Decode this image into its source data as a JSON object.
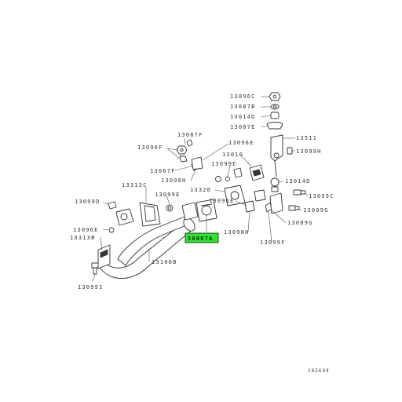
{
  "labels": {
    "p13096C": "13096C",
    "p13087B": "13087B",
    "p13014D_top": "13014D",
    "p13087E": "13087E",
    "p13511": "13511",
    "p13099H_right": "13099H",
    "p13087F": "13087F",
    "p13096F": "13096F",
    "p13096E_mid": "13096E",
    "p13010": "13010",
    "p13087F_lower": "13087F",
    "p13098H_left": "13098H",
    "p13099E_mid": "13099E",
    "p13313C": "13313C",
    "p13099E_left": "13099E",
    "p13320": "13320",
    "p13014D_right": "13014D",
    "p13099C": "13099C",
    "p13099D": "13099D",
    "p13099G": "13099G",
    "p13096E_lower": "13096E",
    "p13089G": "13089G",
    "p13098H_lower": "13098H",
    "p13096E_left": "13096E",
    "p13313B": "13313B",
    "p50007A": "50007A",
    "p13099F": "13099F",
    "p13100B": "13100B",
    "p13099S": "13099S"
  },
  "reference_number": "285698"
}
